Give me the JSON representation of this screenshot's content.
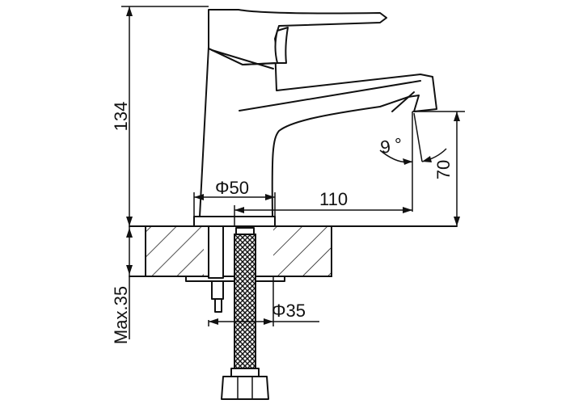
{
  "dimensions": {
    "height_total": "134",
    "spout_height": "70",
    "spout_angle": "9 °",
    "base_diameter": "Φ50",
    "spout_reach": "110",
    "max_counter_thickness": "Max.35",
    "hole_diameter": "Φ35"
  }
}
